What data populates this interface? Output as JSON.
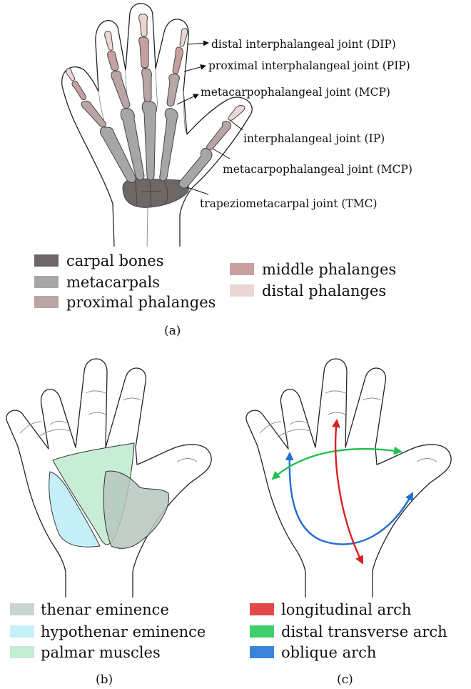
{
  "panel_a": {
    "caption": "(a)",
    "joint_labels": {
      "dip": "distal interphalangeal joint (DIP)",
      "pip": "proximal interphalangeal joint (PIP)",
      "mcp_finger": "metacarpophalangeal joint (MCP)",
      "ip": "interphalangeal joint (IP)",
      "mcp_thumb": "metacarpophalangeal joint (MCP)",
      "tmc": "trapeziometacarpal joint (TMC)"
    },
    "legend": [
      {
        "label": "carpal bones",
        "color": "#6f6767"
      },
      {
        "label": "metacarpals",
        "color": "#a6a6a6"
      },
      {
        "label": "proximal phalanges",
        "color": "#b9a5a5"
      },
      {
        "label": "middle phalanges",
        "color": "#c9a0a0"
      },
      {
        "label": "distal phalanges",
        "color": "#ead6d6"
      }
    ]
  },
  "panel_b": {
    "caption": "(b)",
    "legend": [
      {
        "label": "thenar eminence",
        "color": "#c9d6d0"
      },
      {
        "label": "hypothenar eminence",
        "color": "#c5f0fa"
      },
      {
        "label": "palmar muscles",
        "color": "#c5ecd5"
      }
    ]
  },
  "panel_c": {
    "caption": "(c)",
    "legend": [
      {
        "label": "longitudinal arch",
        "color": "#e5484a"
      },
      {
        "label": "distal transverse arch",
        "color": "#3ecf6c"
      },
      {
        "label": "oblique arch",
        "color": "#3a84d9"
      }
    ],
    "arch_colors": {
      "longitudinal": "#d92020",
      "transverse": "#22c04f",
      "oblique": "#1f6fd0"
    }
  }
}
